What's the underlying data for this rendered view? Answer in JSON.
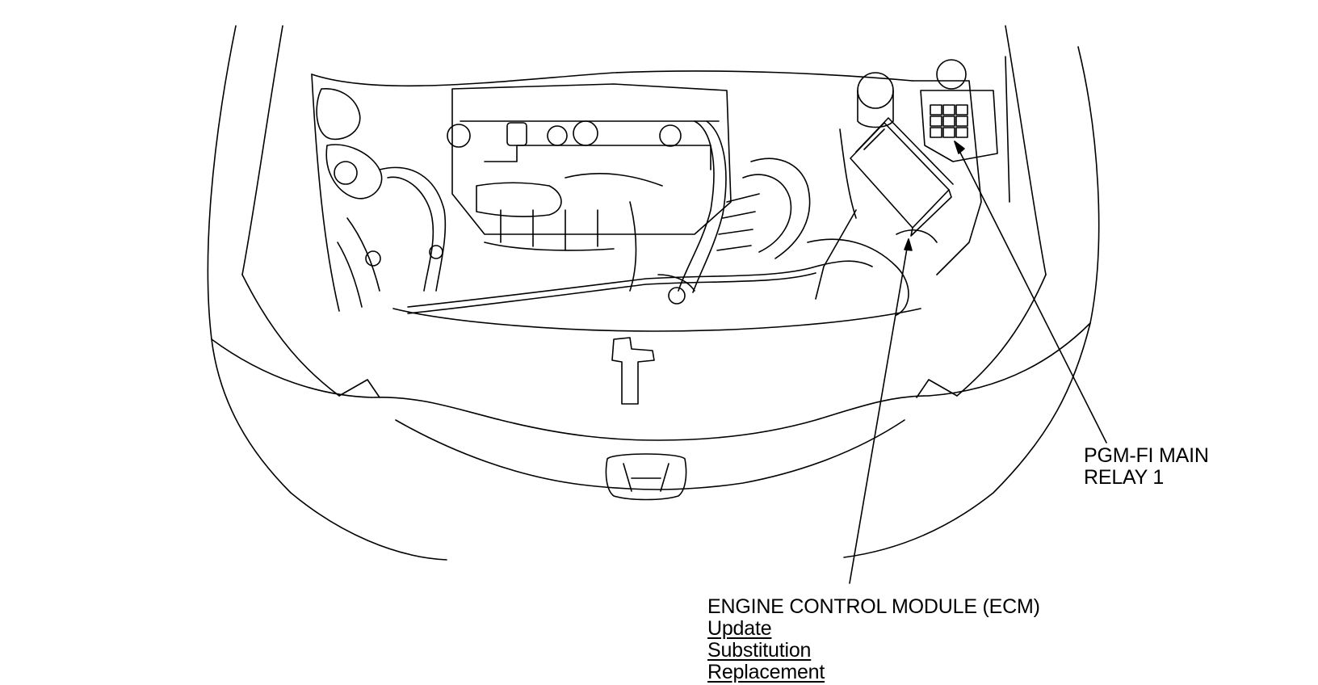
{
  "diagram": {
    "relay_label": {
      "line1": "PGM-FI MAIN",
      "line2": "RELAY 1"
    },
    "ecm_label": {
      "title": "ENGINE CONTROL MODULE (ECM)",
      "links": [
        "Update",
        "Substitution",
        "Replacement"
      ]
    },
    "line_color": "#000000",
    "background": "#ffffff"
  }
}
